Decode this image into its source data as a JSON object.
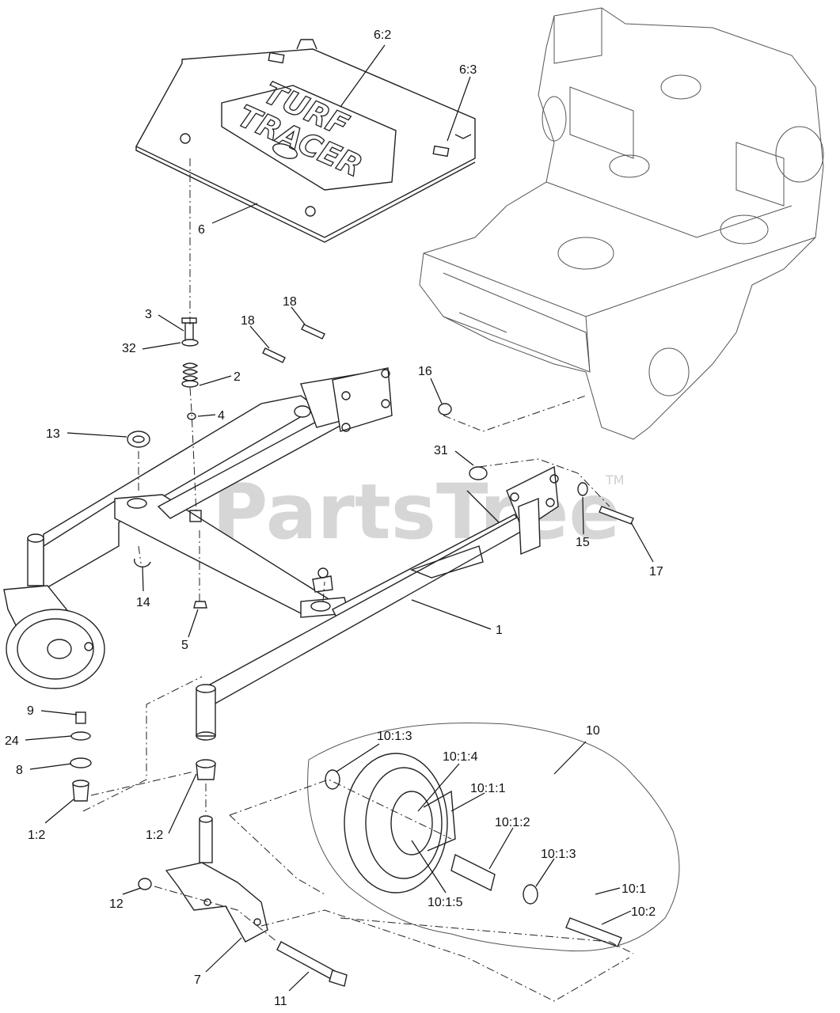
{
  "watermark": {
    "text": "PartsTree",
    "tm": "TM"
  },
  "logo": {
    "line1": "TURF",
    "line2": "TRACER"
  },
  "callouts": {
    "c6_2": "6:2",
    "c6_3": "6:3",
    "c6": "6",
    "c3": "3",
    "c18a": "18",
    "c18b": "18",
    "c32": "32",
    "c2": "2",
    "c4": "4",
    "c13": "13",
    "c16": "16",
    "c31": "31",
    "c15": "15",
    "c17": "17",
    "c14": "14",
    "c5": "5",
    "c1": "1",
    "c9": "9",
    "c24": "24",
    "c8": "8",
    "c1_2a": "1:2",
    "c1_2b": "1:2",
    "c10": "10",
    "c10_1_3a": "10:1:3",
    "c10_1_4": "10:1:4",
    "c10_1_1": "10:1:1",
    "c10_1_2": "10:1:2",
    "c10_1_3b": "10:1:3",
    "c10_1": "10:1",
    "c10_1_5": "10:1:5",
    "c10_2": "10:2",
    "c12": "12",
    "c7": "7",
    "c11": "11"
  }
}
